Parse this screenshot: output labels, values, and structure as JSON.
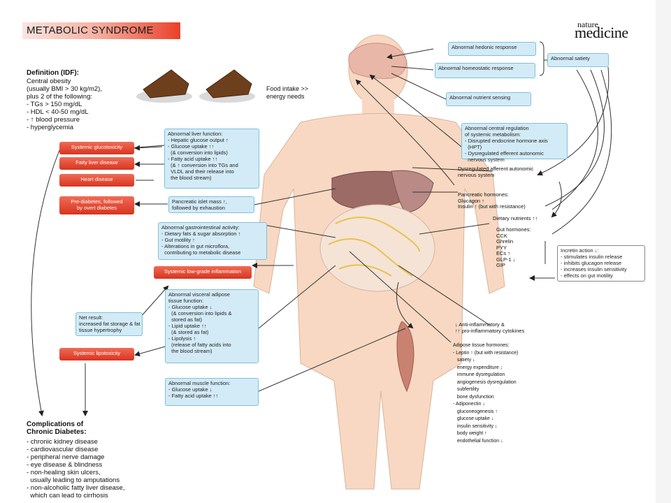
{
  "title": "METABOLIC SYNDROME",
  "logo": {
    "line1": "nature",
    "line2": "medicine"
  },
  "definition": {
    "heading": "Definition (IDF):",
    "lines": [
      "Central obesity",
      "(usually BMI > 30 kg/m2),",
      "plus 2 of the following:",
      "- TGs > 150 mg/dL",
      "- HDL < 40-50 mg/dL",
      "- ↑ blood pressure",
      "- hyperglycemia"
    ]
  },
  "food_intake": "Food intake >>\nenergy needs",
  "right_boxes": {
    "hedonic": "Abnormal hedonic response",
    "homeostatic": "Abnormal homeostatic response",
    "satiety": "Abnormal satiety",
    "nutrient_sensing": "Abnormal nutrient sensing",
    "central_regulation": "Abnormal central regulation\nof systemic metabolism:\n- Disrupted endocrine hormone axis\n  (HPT)\n- Dysregulated efferent autonomic\n  nervous system",
    "incretin": "Incretin action ↓:\n- stimulates insulin release\n- inhibits glucagon release\n- increases insulin sensitivity\n- effects on gut motility"
  },
  "right_text": {
    "afferent": "Dysregulated afferent autonomic\nnervous system",
    "pancreatic": "Pancreatic hormones:\nGlucagon ↑\nInsulin ↑ (but with resistance)",
    "dietary": "Dietary nutrients ↑↑",
    "gut_hormones": "Gut hormones:\nCCK\nGhrelin\nPYY\nECs ↑\nGLP-1 ↓\nGIP",
    "cytokines": "↓ Anti-inflammatory &\n↑↑ pro-inflammatory cytokines",
    "adipose_hormones": "Adipose tissue hormones:\n- Leptin ↑ (but with resistance)\n   satiety ↓\n   energy expenditure ↓\n   immune dysregulation\n   angiogenesis dysregulation\n   subfertility\n   bone dysfunction\n- Adiponectin ↓\n   gluconeogenesis ↑\n   glucose uptake ↓\n   insulin sensitivity ↓\n   body weight ↑\n   endothelial function ↓"
  },
  "center_boxes": {
    "liver": "Abnormal liver function:\n- Hepatic glucose output ↑\n- Glucose uptake ↑↑\n  (& conversion into lipids)\n- Fatty acid uptake ↑↑\n  (& ↑ conversion into TGs and\n  VLDL and their release into\n  the blood stream)",
    "islet": "Pancreatic islet mass ↑,\nfollowed by exhaustion",
    "gi": "Abnormal gastrointestinal activity:\n- Dietary fats & sugar absorption ↑\n- Gut motility ↑\n- Alterations in gut microflora,\n  contributing to metabolic disease",
    "adipose": "Abnormal visceral adipose\ntissue function:\n- Glucose uptake ↓\n  (& conversion into lipids &\n  stored as fat)\n- Lipid uptake ↑↑\n  (& stored as fat)\n- Lipolysis ↑\n  (release of fatty acids into\n  the blood stream)",
    "net_result": "Net result:\nincreased fat storage & fat\ntissue hypertrophy",
    "muscle": "Abnormal muscle function:\n- Glucose uptake ↓\n- Fatty acid uptake ↑↑"
  },
  "red_boxes": {
    "glucotoxicity": "Systemic glucotoxicity",
    "fatty_liver": "Fatty liver disease",
    "heart": "Heart disease",
    "prediabetes": "Pre-diabetes, followed\nby overt diabetes",
    "inflammation": "Systemic low-grade inflammation",
    "lipotoxicity": "Systemic lipotoxicity"
  },
  "complications": {
    "heading": "Complications of\nChronic Diabetes:",
    "lines": [
      "- chronic kidney disease",
      "- cardiovascular disease",
      "- peripheral nerve damage",
      "- eye disease & blindness",
      "- non-healing skin ulcers,",
      "  usually leading to amputations",
      "- non-alcoholic fatty liver disease,",
      "  which can lead to cirrhosis"
    ]
  },
  "colors": {
    "red": "#e4432b",
    "blue_fill": "#d3ebf6",
    "blue_border": "#7ec1dd",
    "skin": "#f8d8c2",
    "liver": "#9d6b66",
    "fat": "#efc94a"
  }
}
